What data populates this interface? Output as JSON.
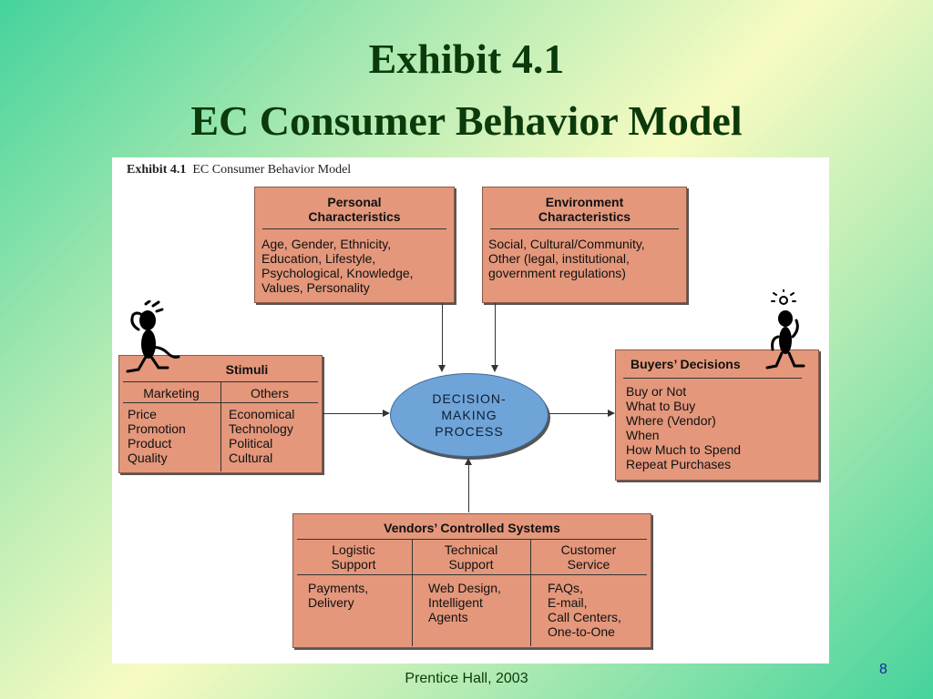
{
  "slide": {
    "title_line1": "Exhibit 4.1",
    "title_line2": "EC Consumer Behavior Model",
    "footer": "Prentice Hall, 2003",
    "page_number": "8"
  },
  "diagram": {
    "exhibit_label": "Exhibit 4.1",
    "exhibit_title": "EC Consumer Behavior Model",
    "personal": {
      "header": "Personal\nCharacteristics",
      "body": "Age, Gender, Ethnicity,\nEducation, Lifestyle,\nPsychological, Knowledge,\nValues, Personality"
    },
    "environment": {
      "header": "Environment\nCharacteristics",
      "body": "Social, Cultural/Community,\nOther (legal, institutional,\ngovernment regulations)"
    },
    "stimuli": {
      "header": "Stimuli",
      "col1_header": "Marketing",
      "col2_header": "Others",
      "col1_body": "Price\nPromotion\nProduct\nQuality",
      "col2_body": "Economical\nTechnology\nPolitical\nCultural"
    },
    "process": {
      "label": "DECISION-\nMAKING\nPROCESS"
    },
    "buyers": {
      "header": "Buyers’ Decisions",
      "body": "Buy or Not\nWhat to Buy\nWhere (Vendor)\nWhen\nHow Much to Spend\nRepeat Purchases"
    },
    "vendors": {
      "header": "Vendors’ Controlled Systems",
      "col1_header": "Logistic\nSupport",
      "col2_header": "Technical\nSupport",
      "col3_header": "Customer\nService",
      "col1_body": "Payments,\nDelivery",
      "col2_body": "Web Design,\nIntelligent\nAgents",
      "col3_body": "FAQs,\nE-mail,\nCall Centers,\nOne-to-One"
    }
  },
  "colors": {
    "box_fill": "#e4977b",
    "oval_fill": "#6fa4d8",
    "title_color": "#0b3a0b"
  },
  "icons": [
    "confused-stick-figure-icon",
    "idea-stick-figure-icon"
  ]
}
